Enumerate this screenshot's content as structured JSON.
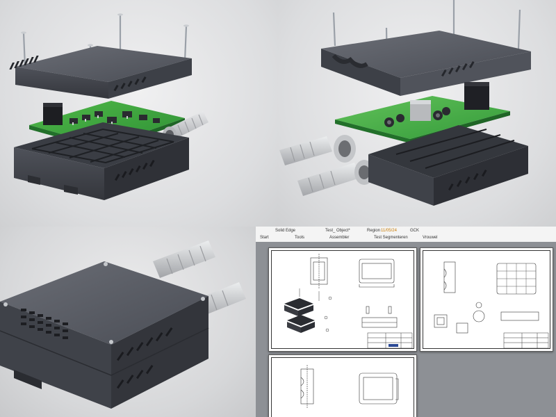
{
  "cad": {
    "app_name": "Solid Edge",
    "document": "Test_ Object*",
    "region_label": "Region",
    "region_value": "11/05/24",
    "extra": "GCK",
    "menu": [
      "Start",
      "Tools",
      "Assembler",
      "Test Segmenteren",
      "Vrouwel"
    ]
  },
  "colors": {
    "enclosure": "#4a4d55",
    "pcb": "#3aa640",
    "tube": "#c8cacd",
    "background": "#e4e5e7"
  }
}
